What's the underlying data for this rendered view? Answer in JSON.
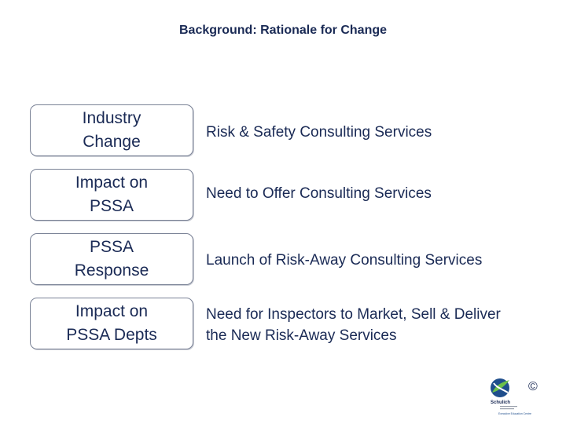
{
  "slide": {
    "title": "Background: Rationale for Change"
  },
  "rows": [
    {
      "label": "Industry\nChange",
      "description": "Risk & Safety Consulting Services"
    },
    {
      "label": "Impact on\nPSSA",
      "description": "Need to Offer Consulting Services"
    },
    {
      "label": "PSSA\nResponse",
      "description": "Launch of Risk-Away Consulting Services"
    },
    {
      "label": "Impact on\nPSSA Depts",
      "description": "Need for Inspectors to Market, Sell & Deliver\nthe New Risk-Away Services"
    }
  ],
  "footer": {
    "logo_name": "Schulich",
    "logo_caption": "Executive Education Centre",
    "copyright": "©"
  }
}
